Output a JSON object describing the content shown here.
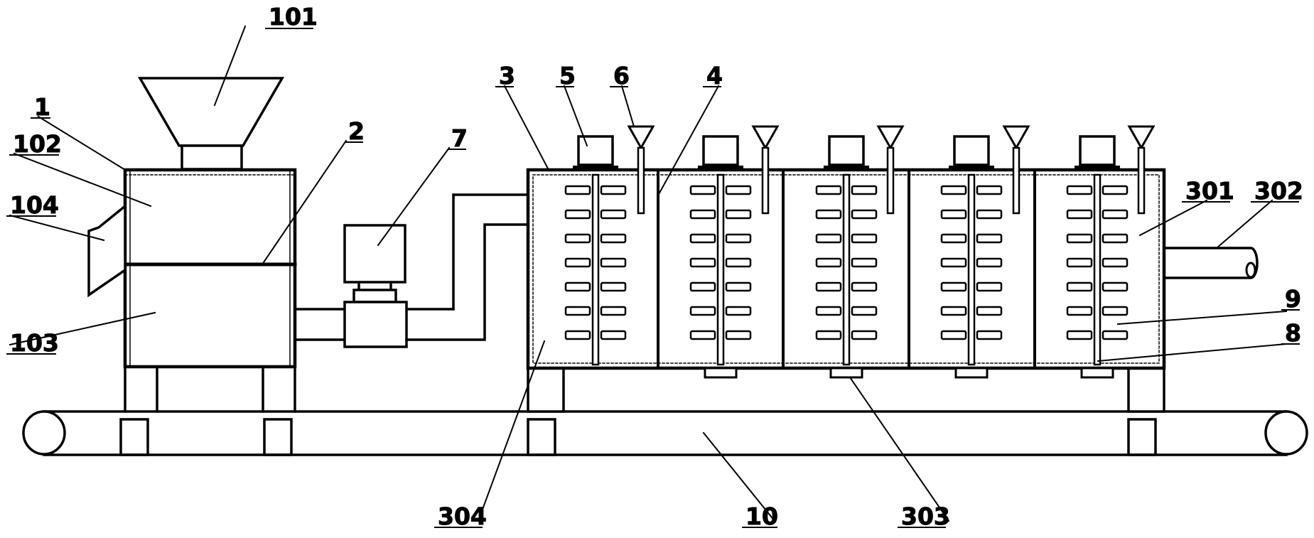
{
  "figure": {
    "labels": {
      "l1": "1",
      "l101": "101",
      "l102": "102",
      "l103": "103",
      "l104": "104",
      "l2": "2",
      "l3": "3",
      "l4": "4",
      "l5": "5",
      "l6": "6",
      "l7": "7",
      "l8": "8",
      "l9": "9",
      "l10": "10",
      "l301": "301",
      "l302": "302",
      "l303": "303",
      "l304": "304"
    },
    "colors": {
      "line": "#000000",
      "background": "#ffffff"
    }
  }
}
